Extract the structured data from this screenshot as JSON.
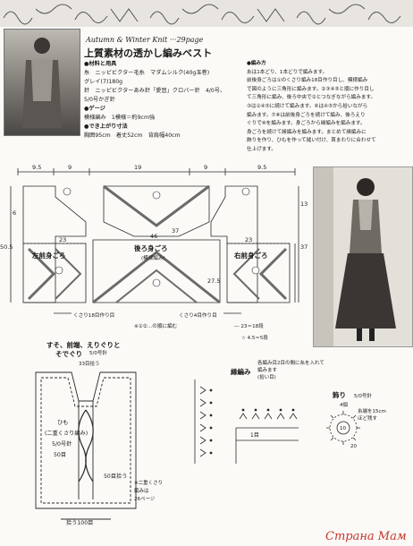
{
  "header": {
    "season": "Autumn & Winter Knit",
    "page_ref": "···29page",
    "title": "上質素材の透かし編みベスト"
  },
  "materials": {
    "heading": "●材料と用具",
    "yarn_line1": "糸　ニッピビクター毛糸　マダムシルク(40g玉巻)",
    "yarn_line2": "グレイ(7)180g",
    "needle_line1": "針　ニッピビクターあみ針「愛習」クロバー針　4/0号、",
    "needle_line2": "5/0号かぎ針",
    "gauge_heading": "●ゲージ",
    "gauge_line": "模様編み　1模様＝約9cm強",
    "size_heading": "●でき上がり寸法",
    "size_line": "胸囲95cm　着丈52cm　背肩幅40cm"
  },
  "instructions": {
    "heading": "●編み方",
    "lines": [
      "糸は1本どり、1本どりで編みます。",
      "前後身ごろは①のくさり編み18目作り目し、模様編み",
      "で図のように三角形に編みます。②③④⑤と順に作り目し",
      "て三角形に編み、後ろ中央で②とつなぎながら編みます。",
      "③は①④⑤に続けて編みます。⑥は④⑤から拾いながら",
      "編みます。⑦⑧は前後身ごろを続けて編み、後ろえり",
      "ぐりで⑧を編みます。身ごろから縁編みを編みます。",
      "身ごろを続けて縁編みを編みます。まとめて縁編みに",
      "飾りを作り、ひもを作って縫い付け、首まわりに合わせて",
      "仕上げます。"
    ]
  },
  "schematic": {
    "top_dims": [
      "9.5",
      "9",
      "19",
      "9",
      "9.5"
    ],
    "left_front": "左前身ごろ",
    "back": "後ろ身ごろ",
    "back_sub": "(模様編み)",
    "right_front": "右前身ごろ",
    "dim_23a": "23",
    "dim_46": "46",
    "dim_23b": "23",
    "dim_37": "37",
    "dim_50_5": "50.5",
    "dim_37_5": "37.5",
    "dim_27_5": "27.5",
    "dim_13": "13",
    "dim_6": "6",
    "bottom_left": "くさり18目作り目",
    "bottom_right": "くさり4目作り目",
    "note": "※①②…の順に編む",
    "legend_a": "― 23＝18段",
    "legend_b": "☆ 4.5＝5段"
  },
  "edge_chart": {
    "heading_line1": "すそ、前端、えりぐりと",
    "heading_line2": "そでぐり",
    "hook": "5/0号針",
    "neck_pickup": "33目拾う",
    "himo": "ひも",
    "himo_sub": "(二重くさり編み)",
    "himo_hook": "5/0号針",
    "himo_len": "50目",
    "count_50": "50目拾う",
    "bottom_pickup": "拾う100目",
    "note_line1": "※二重くさり",
    "note_line2": "編みは",
    "note_line3": "26ページ"
  },
  "border": {
    "label": "縁編み",
    "note_line1": "各編み目2目の間に糸を入れて",
    "note_line2": "編みます",
    "note_line3": "(拾い目)",
    "count": "1目"
  },
  "ornament": {
    "label": "飾り",
    "hook": "5/0号針",
    "count": "4個",
    "note_line1": "糸端を15cm",
    "note_line2": "ほど残す",
    "center": "10",
    "bottom": "20"
  },
  "watermark": "Страна Мам",
  "colors": {
    "bg": "#fbfaf7",
    "line": "#2a2a2a",
    "photo": "#8e8a84",
    "watermark_red": "#c5352d"
  }
}
